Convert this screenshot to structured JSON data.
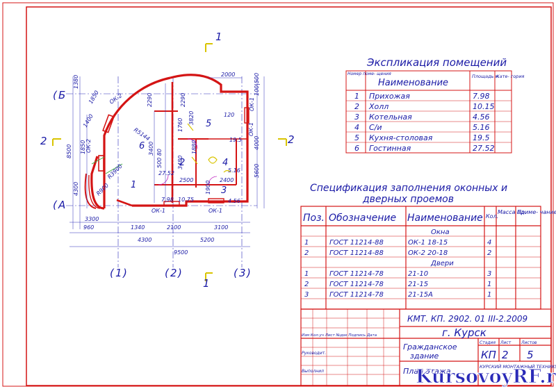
{
  "axes": {
    "row_b": "Б",
    "row_a": "А",
    "col_1": "1",
    "col_2": "2",
    "col_3": "3",
    "section_mark": "1",
    "section_mark_side": "2"
  },
  "plan_labels": {
    "room_1": "1",
    "room_2": "2",
    "room_3": "3",
    "room_4": "4",
    "room_5": "5",
    "room_6": "6",
    "area_120": "120",
    "area_19_5": "19.5",
    "area_27_52": "27.52",
    "area_5_16": "5.16",
    "area_4_56": "4.56",
    "area_7_98": "7.98",
    "area_10_75": "10.75",
    "radius": "R5144",
    "radius_small": "R3900",
    "radius_small2": "R900",
    "ok1_a": "ОК-1",
    "ok1_b": "ОК-1",
    "ok1_c": "ОК-1",
    "ok1_d": "ОК-1",
    "ok2_a": "ОК-2",
    "ok2_b": "ОК-2"
  },
  "dimensions": {
    "d2000": "2000",
    "d1380": "1380",
    "d1850": "1850",
    "d1400": "1400",
    "d8500": "8500",
    "d1850b": "1850",
    "d4300v": "4300",
    "d3300": "3300",
    "d960": "960",
    "d1340": "1340",
    "d2100": "2100",
    "d3100": "3100",
    "d4300": "4300",
    "d5200": "5200",
    "d9500": "9500",
    "d2290a": "2290",
    "d2290b": "2290",
    "d1760": "1760",
    "d3820": "3820",
    "d3480": "3480",
    "d3400": "3400",
    "d2500": "2500",
    "d2400": "2400",
    "d1900": "1900",
    "d1880": "1880",
    "d100500": "100|500",
    "d5600": "5600",
    "d4000": "4000",
    "d500": "500 80"
  },
  "explication": {
    "title": "Экспликация помещений",
    "col_num": "Номер поме- щения",
    "col_name": "Наименование",
    "col_area": "Площадь м",
    "col_cat": "Кате- гория",
    "rows": [
      {
        "n": "1",
        "name": "Прихожая",
        "area": "7.98"
      },
      {
        "n": "2",
        "name": "Холл",
        "area": "10.15"
      },
      {
        "n": "3",
        "name": "Котельная",
        "area": "4.56"
      },
      {
        "n": "4",
        "name": "С/и",
        "area": "5.16"
      },
      {
        "n": "5",
        "name": "Кухня-столовая",
        "area": "19.5"
      },
      {
        "n": "6",
        "name": "Гостинная",
        "area": "27.52"
      }
    ]
  },
  "specification": {
    "title_line1": "Спецификация заполнения оконных и",
    "title_line2": "дверных проемов",
    "col_pos": "Поз.",
    "col_code": "Обозначение",
    "col_name": "Наименование",
    "col_qty": "Кол.",
    "col_mass": "Масса ед.",
    "col_note": "Приме- чание",
    "group_windows": "Окна",
    "group_doors": "Двери",
    "rows": [
      {
        "pos": "1",
        "code": "ГОСТ 11214-88",
        "name": "ОК-1 18-15",
        "qty": "4"
      },
      {
        "pos": "2",
        "code": "ГОСТ 11214-88",
        "name": "ОК-2 20-18",
        "qty": "2"
      },
      {
        "pos": "1",
        "code": "ГОСТ 11214-78",
        "name": "21-10",
        "qty": "3"
      },
      {
        "pos": "2",
        "code": "ГОСТ 11214-78",
        "name": "21-15",
        "qty": "1"
      },
      {
        "pos": "3",
        "code": "ГОСТ 11214-78",
        "name": "21-15А",
        "qty": "1"
      }
    ]
  },
  "title_block": {
    "code": "КМТ. КП. 2902. 01 III-2.2009",
    "city": "г. Курск",
    "building": "Гражданское здание",
    "sheet_title": "План этажа",
    "project": "КП",
    "stage": "2",
    "sheets": "5",
    "col_headers": "Изм Кол.уч Лист №док Подпись Дата",
    "role1": "Руководит.",
    "role2": "Выполнил",
    "stage_hdr": "Стадия",
    "sheet_hdr": "Лист",
    "sheets_hdr": "Листов",
    "org": "КУРСКИЙ МОНТАЖНЫЙ ТЕХНИКУМ"
  },
  "watermark": "KursovoyRF.ru"
}
